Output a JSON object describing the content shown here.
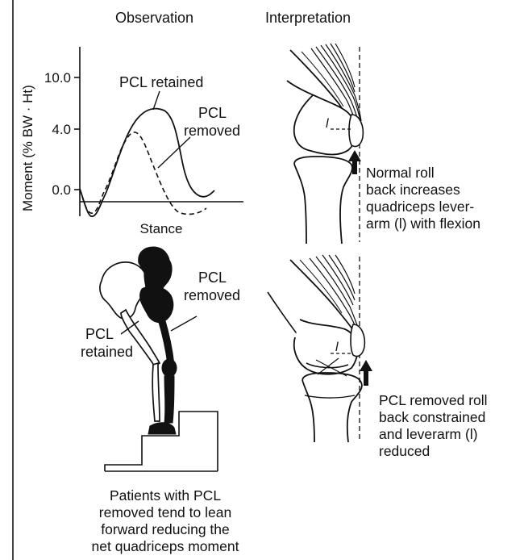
{
  "headers": {
    "observation": "Observation",
    "interpretation": "Interpretation"
  },
  "chart_data": {
    "type": "line",
    "xlabel": "Stance",
    "ylabel": "Moment (% BW · Ht)",
    "yticks": [
      "10.0",
      "4.0",
      "0.0"
    ],
    "series": [
      {
        "name": "PCL retained",
        "style": "solid"
      },
      {
        "name": "PCL removed",
        "style": "dashed"
      }
    ]
  },
  "annotations": {
    "pcl_retained": "PCL retained",
    "pcl_removed_1": "PCL",
    "pcl_removed_2": "removed"
  },
  "knee_top": {
    "label_l": "l",
    "caption_lines": [
      "Normal roll",
      "back increases",
      "quadriceps lever-",
      "arm (l) with flexion"
    ]
  },
  "skeleton": {
    "removed_1": "PCL",
    "removed_2": "removed",
    "retained_1": "PCL",
    "retained_2": "retained"
  },
  "knee_bottom": {
    "label_l": "l",
    "caption_lines": [
      "PCL removed roll",
      "back constrained",
      "and leverarm (l)",
      "reduced"
    ]
  },
  "bottom_caption": [
    "Patients with PCL",
    "removed tend to lean",
    "forward reducing the",
    "net quadriceps moment"
  ],
  "colors": {
    "ink": "#111111",
    "background": "#ffffff"
  }
}
